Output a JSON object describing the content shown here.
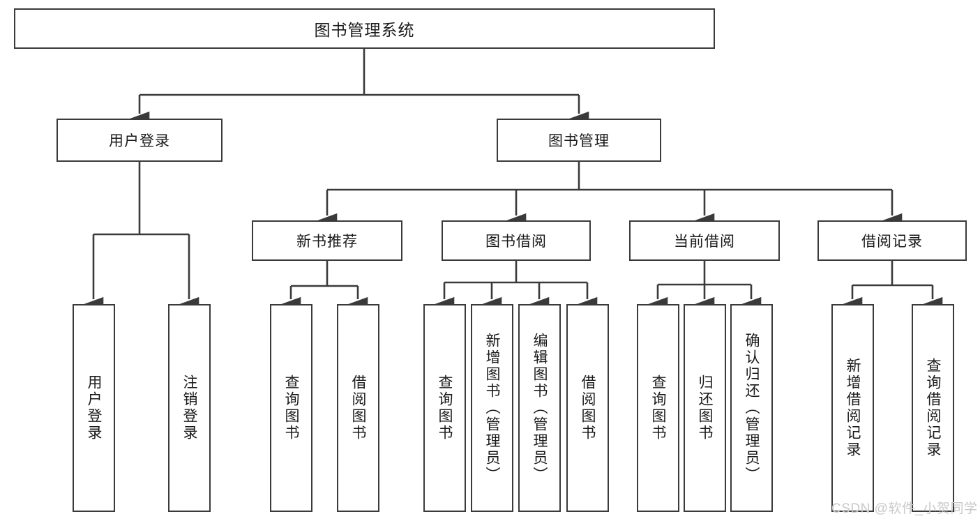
{
  "diagram": {
    "type": "hierarchy-tree",
    "title": "图书管理系统",
    "watermark": "CSDN @软件_小贺同学",
    "colors": {
      "stroke": "#3a3a3a",
      "fill": "#ffffff",
      "text": "#1a1a1a",
      "watermark": "#c9c9c9"
    },
    "levels": {
      "root": {
        "label": "图书管理系统"
      },
      "level2": [
        {
          "label": "用户登录"
        },
        {
          "label": "图书管理"
        }
      ],
      "level3": [
        {
          "label": "新书推荐"
        },
        {
          "label": "图书借阅"
        },
        {
          "label": "当前借阅"
        },
        {
          "label": "借阅记录"
        }
      ],
      "leaves": {
        "user_login": [
          {
            "label": "用户登录"
          },
          {
            "label": "注销登录"
          }
        ],
        "new_book_recommend": [
          {
            "label": "查询图书"
          },
          {
            "label": "借阅图书"
          }
        ],
        "book_borrow": [
          {
            "label": "查询图书"
          },
          {
            "label": "新增图书（管理员）"
          },
          {
            "label": "编辑图书（管理员）"
          },
          {
            "label": "借阅图书"
          }
        ],
        "current_borrow": [
          {
            "label": "查询图书"
          },
          {
            "label": "归还图书"
          },
          {
            "label": "确认归还（管理员）"
          }
        ],
        "borrow_record": [
          {
            "label": "新增借阅记录"
          },
          {
            "label": "查询借阅记录"
          }
        ]
      }
    }
  }
}
